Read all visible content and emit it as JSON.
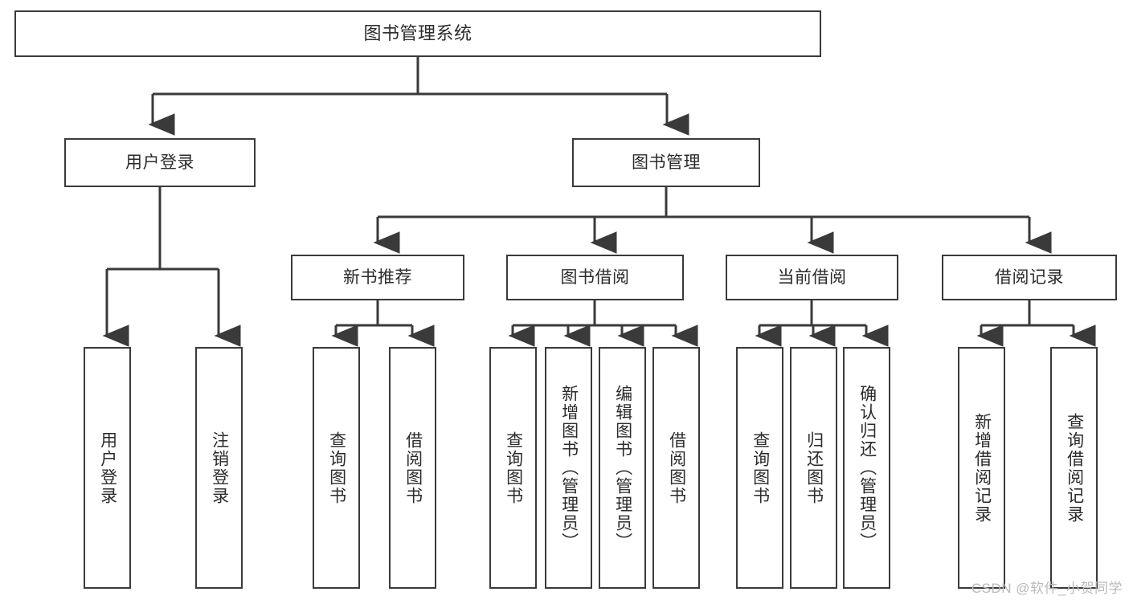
{
  "diagram": {
    "title": "图书管理系统",
    "type": "tree-hierarchy-chart",
    "watermark": "CSDN @软件_小贺同学",
    "colors": {
      "stroke": "#3a3a3a",
      "text": "#2b2b2b",
      "background": "#ffffff",
      "watermark": "#b9b9b9"
    },
    "root": {
      "label": "图书管理系统"
    },
    "level2": [
      {
        "id": "user-login",
        "label": "用户登录"
      },
      {
        "id": "book-management",
        "label": "图书管理"
      }
    ],
    "level3": [
      {
        "id": "new-book-recommend",
        "label": "新书推荐"
      },
      {
        "id": "book-borrow",
        "label": "图书借阅"
      },
      {
        "id": "current-borrow",
        "label": "当前借阅"
      },
      {
        "id": "borrow-record",
        "label": "借阅记录"
      }
    ],
    "leaves": {
      "user_login": [
        {
          "id": "leaf-user-login",
          "label": "用户登录"
        },
        {
          "id": "leaf-logout",
          "label": "注销登录"
        }
      ],
      "new_book_recommend": [
        {
          "id": "leaf-query-book-1",
          "label": "查询图书"
        },
        {
          "id": "leaf-borrow-book-1",
          "label": "借阅图书"
        }
      ],
      "book_borrow": [
        {
          "id": "leaf-query-book-2",
          "label": "查询图书"
        },
        {
          "id": "leaf-add-book",
          "label": "新增图书（管理员）"
        },
        {
          "id": "leaf-edit-book",
          "label": "编辑图书（管理员）"
        },
        {
          "id": "leaf-borrow-book-2",
          "label": "借阅图书"
        }
      ],
      "current_borrow": [
        {
          "id": "leaf-query-book-3",
          "label": "查询图书"
        },
        {
          "id": "leaf-return-book",
          "label": "归还图书"
        },
        {
          "id": "leaf-confirm-return",
          "label": "确认归还（管理员）"
        }
      ],
      "borrow_record": [
        {
          "id": "leaf-add-record",
          "label": "新增借阅记录"
        },
        {
          "id": "leaf-query-record",
          "label": "查询借阅记录"
        }
      ]
    }
  }
}
